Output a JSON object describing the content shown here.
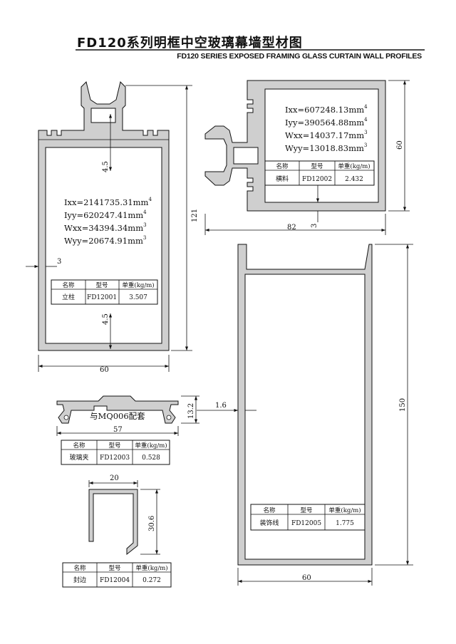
{
  "title": {
    "cn": "FD120系列明框中空玻璃幕墙型材图",
    "en": "FD120 SERIES EXPOSED FRAMING GLASS CURTAIN WALL PROFILES"
  },
  "table_headers": {
    "name": "名称",
    "model": "型号",
    "weight": "单重(kg/m)"
  },
  "profiles": {
    "mullion": {
      "name": "立柱",
      "model": "FD12001",
      "weight": "3.507",
      "ixx": "Ixx=2141735.31mm",
      "iyy": "Iyy=620247.41mm",
      "wxx": "Wxx=34394.34mm",
      "wyy": "Wyy=20674.91mm",
      "exp4": "4",
      "exp3": "3",
      "dim_width": "60",
      "dim_height": "121",
      "dim_top": "4.5",
      "dim_bottom": "4.5",
      "dim_wall": "3"
    },
    "transom": {
      "name": "横料",
      "model": "FD12002",
      "weight": "2.432",
      "ixx": "Ixx=607248.13mm",
      "iyy": "Iyy=390564.88mm",
      "wxx": "Wxx=14037.17mm",
      "wyy": "Wyy=13018.83mm",
      "exp4": "4",
      "exp3": "3",
      "dim_width": "82",
      "dim_height": "60",
      "dim_wall": "3"
    },
    "glass_clip": {
      "name": "玻璃夹",
      "model": "FD12003",
      "weight": "0.528",
      "note": "与MQ006配套",
      "dim_width": "57",
      "dim_height": "13.2"
    },
    "edge_seal": {
      "name": "封边",
      "model": "FD12004",
      "weight": "0.272",
      "dim_width": "20",
      "dim_height": "30.6"
    },
    "decor_strip": {
      "name": "装饰线",
      "model": "FD12005",
      "weight": "1.775",
      "dim_width": "60",
      "dim_height": "150",
      "dim_wall": "1.6"
    }
  }
}
